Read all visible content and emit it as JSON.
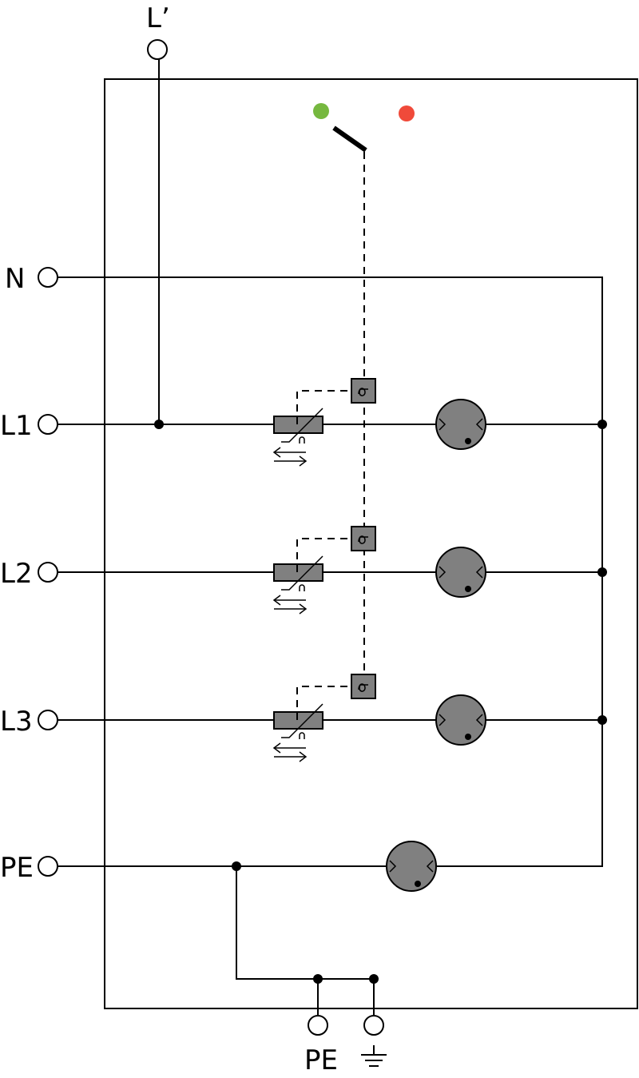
{
  "terminals": {
    "l_prime": "L’",
    "n": "N",
    "l1": "L1",
    "l2": "L2",
    "l3": "L3",
    "pe_left": "PE",
    "pe_bottom": "PE"
  },
  "icons": {
    "earth": "earth-ground-icon",
    "thermal": "thermal-disconnector-icon",
    "varistor": "varistor-icon",
    "spark_gap": "spark-gap-icon"
  },
  "status_colors": {
    "ok": "#76b83f",
    "fault": "#f04a3a"
  },
  "component_colors": {
    "body": "#808080"
  }
}
